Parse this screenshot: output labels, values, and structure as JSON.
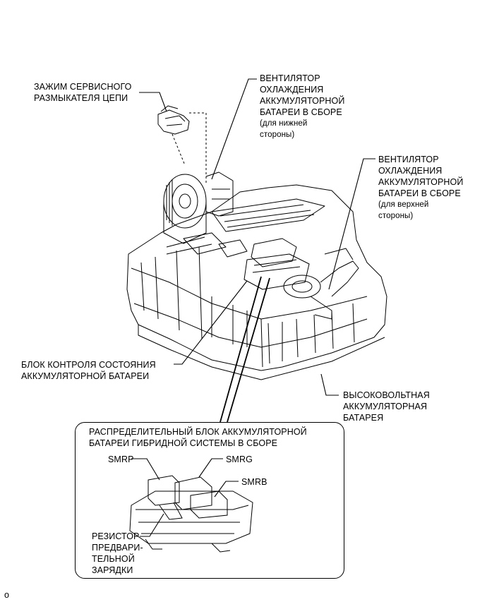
{
  "labels": {
    "service_plug_clamp": "ЗАЖИМ СЕРВИСНОГО\nРАЗМЫКАТЕЛЯ ЦЕПИ",
    "fan_lower": "ВЕНТИЛЯТОР\nОХЛАЖДЕНИЯ\nАККУМУЛЯТОРНОЙ\nБАТАРЕИ В СБОРЕ",
    "fan_lower_note": "(для нижней\nстороны)",
    "fan_upper": "ВЕНТИЛЯТОР\nОХЛАЖДЕНИЯ\nАККУМУЛЯТОРНОЙ\nБАТАРЕИ В СБОРЕ",
    "fan_upper_note": "(для верхней\nстороны)",
    "battery_ecu": "БЛОК КОНТРОЛЯ СОСТОЯНИЯ\nАККУМУЛЯТОРНОЙ БАТАРЕИ",
    "hv_battery": "ВЫСОКОВОЛЬТНАЯ\nАККУМУЛЯТОРНАЯ\nБАТАРЕЯ"
  },
  "inset": {
    "title": "РАСПРЕДЕЛИТЕЛЬНЫЙ БЛОК АККУМУЛЯТОРНОЙ\nБАТАРЕИ ГИБРИДНОЙ СИСТЕМЫ В СБОРЕ",
    "smrp": "SMRP",
    "smrg": "SMRG",
    "smrb": "SMRB",
    "resistor": "РЕЗИСТОР\nПРЕДВАРИ-\nТЕЛЬНОЙ\nЗАРЯДКИ"
  },
  "corner_mark": "o"
}
